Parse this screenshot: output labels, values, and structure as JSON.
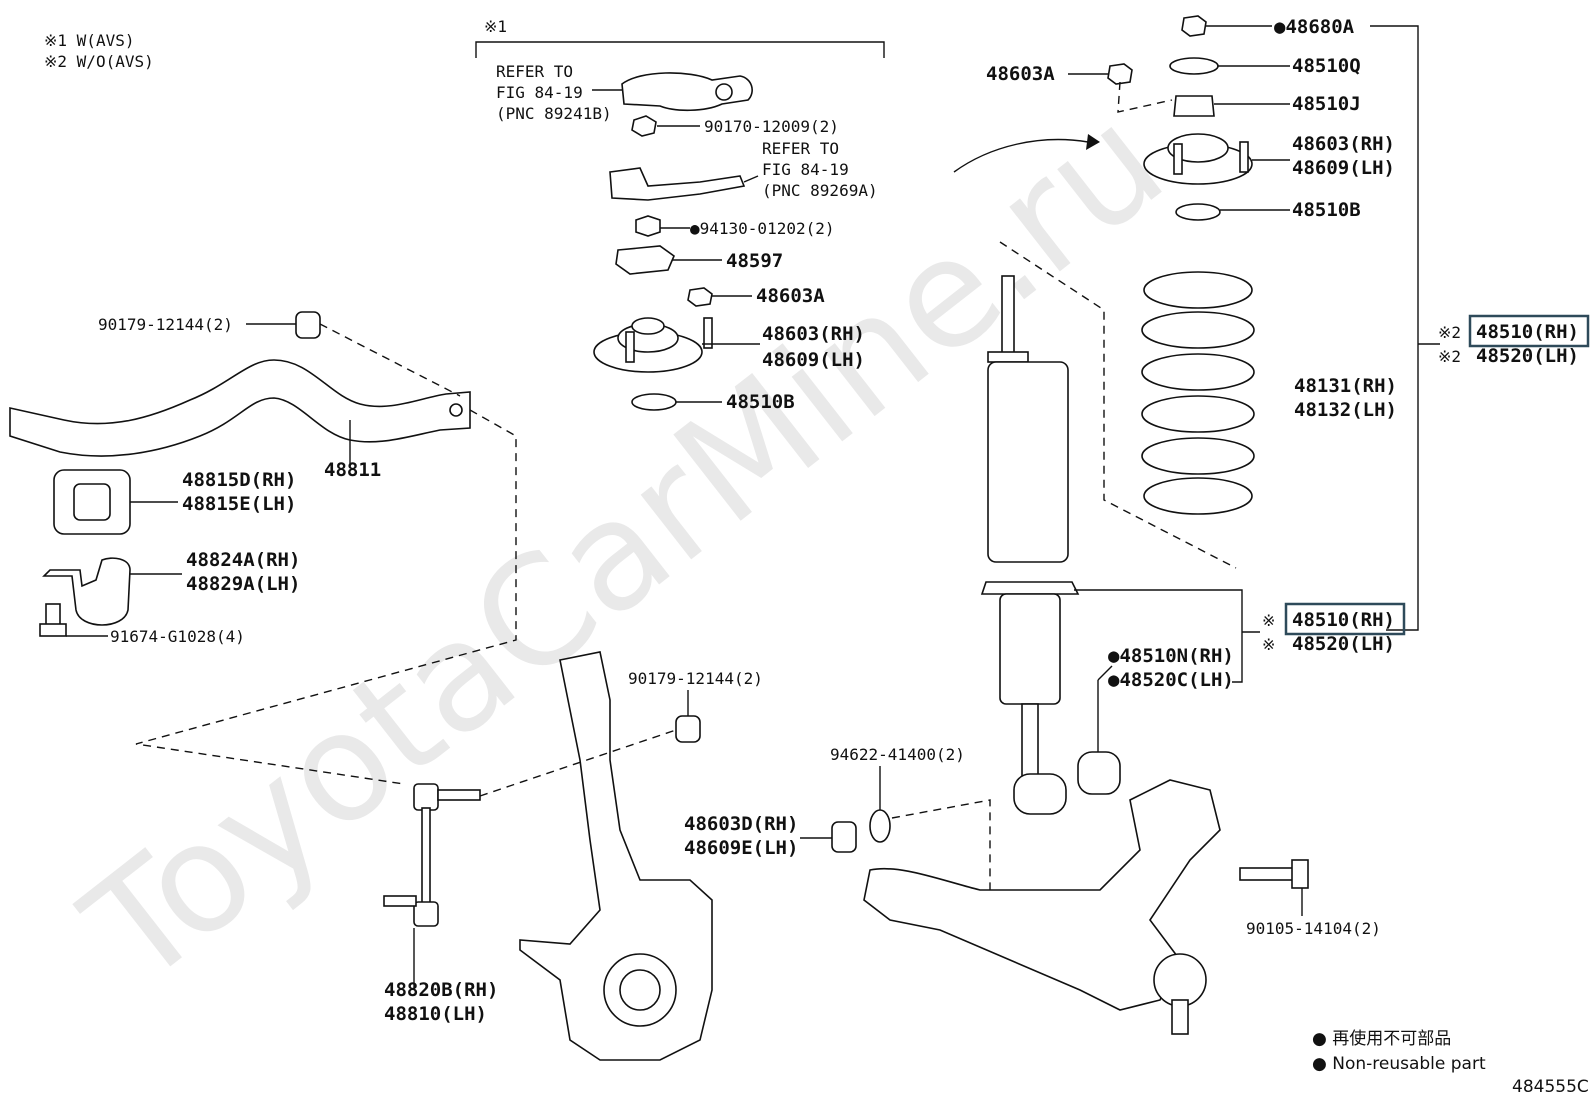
{
  "watermark": "ToyotaCarMine.ru",
  "notes": {
    "n1": "※1  W(AVS)",
    "n2": "※2  W/O(AVS)"
  },
  "group_mark": "※1",
  "refs": {
    "ref1_l1": "REFER TO",
    "ref1_l2": "FIG 84-19",
    "ref1_l3": "(PNC 89241B)",
    "ref2_l1": "REFER TO",
    "ref2_l2": "FIG 84-19",
    "ref2_l3": "(PNC 89269A)"
  },
  "parts": {
    "p90170": "90170-12009(2)",
    "p94130": "●94130-01202(2)",
    "p48597": "48597",
    "p48603A_mid": "48603A",
    "p48603rh_mid": "48603(RH)",
    "p48609lh_mid": "48609(LH)",
    "p48510B_mid": "48510B",
    "p90179_top": "90179-12144(2)",
    "p48811": "48811",
    "p48815D": "48815D(RH)",
    "p48815E": "48815E(LH)",
    "p48824A": "48824A(RH)",
    "p48829A": "48829A(LH)",
    "p91674": "91674-G1028(4)",
    "p90179_mid": "90179-12144(2)",
    "p94622": "94622-41400(2)",
    "p48603D": "48603D(RH)",
    "p48609E": "48609E(LH)",
    "p48820B": "48820B(RH)",
    "p48810": "48810(LH)",
    "p48680A": "●48680A",
    "p48603A_top": "48603A",
    "p48510Q": "48510Q",
    "p48510J": "48510J",
    "p48603rh_top": "48603(RH)",
    "p48609lh_top": "48609(LH)",
    "p48510B_top": "48510B",
    "p48510rh_upper": "48510(RH)",
    "p48520lh_upper": "48520(LH)",
    "mark2_a": "※2",
    "mark2_b": "※2",
    "p48131": "48131(RH)",
    "p48132": "48132(LH)",
    "p48510rh_lower": "48510(RH)",
    "p48520lh_lower": "48520(LH)",
    "mark1_a": "※",
    "mark1_b": "※",
    "p48510N": "●48510N(RH)",
    "p48520C": "●48520C(LH)",
    "p90105": "90105-14104(2)"
  },
  "legend": {
    "jp": "● 再使用不可部品",
    "en": "● Non-reusable part"
  },
  "figure_id": "484555C"
}
